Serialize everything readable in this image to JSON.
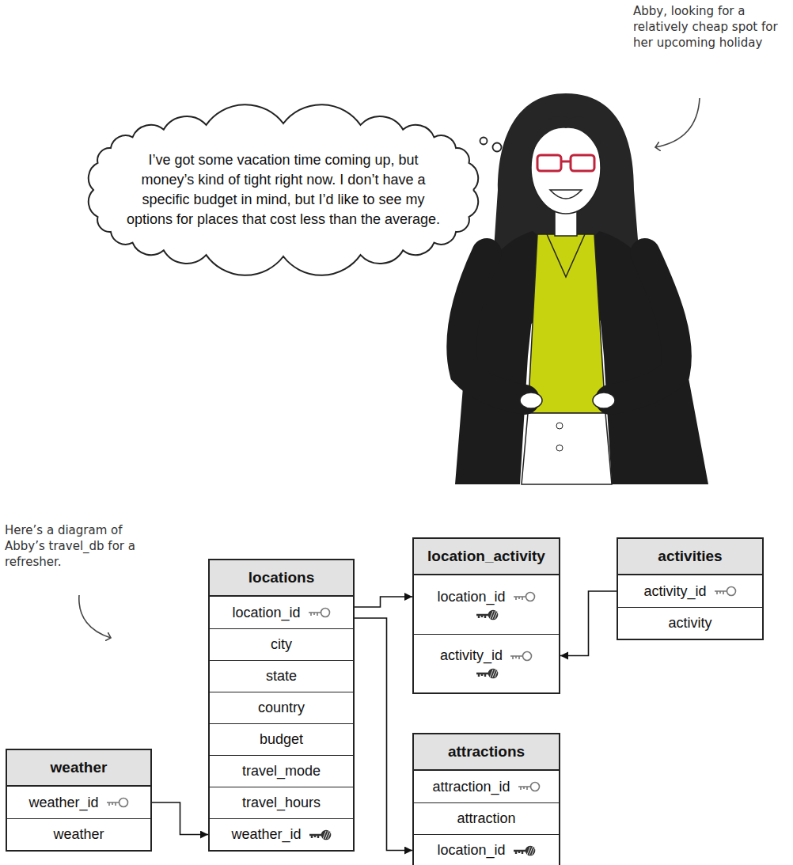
{
  "diagram": {
    "nodes": [
      {
        "text": [
          "I’ve got some vacation time coming up, but money’s kind of tight right now. I don’t have a specific budget in mind, but I’d like to see my options for places that cost less than the average."
        ]
      },
      {
        "text": [
          "location_activity"
        ]
      },
      {
        "text": [
          "location_id"
        ],
        "in": 1
      },
      {
        "text": [
          "activity_id"
        ],
        "in": 1
      },
      {
        "text": [
          "activities"
        ]
      },
      {
        "text": [
          "activity_id"
        ],
        "in": 4
      },
      {
        "text": [
          "activity"
        ],
        "in": 4
      },
      {
        "text": [
          "locations"
        ]
      },
      {
        "text": [
          "location_id"
        ],
        "in": 7
      },
      {
        "text": [
          "city"
        ],
        "in": 7
      },
      {
        "text": [
          "state"
        ],
        "in": 7
      },
      {
        "text": [
          "country"
        ],
        "in": 7
      },
      {
        "text": [
          "budget"
        ],
        "in": 7
      },
      {
        "text": [
          "travel_mode"
        ],
        "in": 7
      },
      {
        "text": [
          "travel_hours"
        ],
        "in": 7
      },
      {
        "text": [
          "weather_id"
        ],
        "in": 7
      },
      {
        "text": [
          "attractions"
        ]
      },
      {
        "text": [
          "attraction_id"
        ],
        "in": 16
      },
      {
        "text": [
          "attraction"
        ],
        "in": 16
      },
      {
        "text": [
          "location_id"
        ],
        "in": 16
      },
      {
        "text": [
          "weather"
        ]
      },
      {
        "text": [
          "weather_id"
        ],
        "in": 20
      },
      {
        "text": [
          "weather"
        ],
        "in": 20
      }
    ],
    "edges": [
      {
        "from": 8,
        "to": 2,
        "arrow": "to"
      },
      {
        "from": 8,
        "to": 19,
        "arrow": "to"
      },
      {
        "from": 5,
        "to": 3,
        "arrow": "to"
      },
      {
        "from": 21,
        "to": 15,
        "arrow": "to"
      }
    ],
    "labels": [
      "Abby, looking for a relatively cheap spot for her upcoming holiday",
      "Here’s a diagram of Abby’s travel_db for a refresher."
    ]
  }
}
